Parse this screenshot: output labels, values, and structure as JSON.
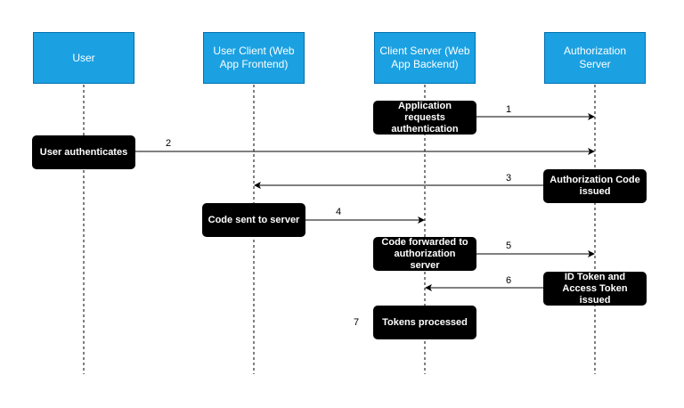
{
  "actors": [
    {
      "label": "User"
    },
    {
      "label": "User Client (Web App Frontend)"
    },
    {
      "label": "Client Server (Web App Backend)"
    },
    {
      "label": "Authorization Server"
    }
  ],
  "steps": [
    {
      "number": "1",
      "label": "Application requests authentication",
      "from": "Client Server (Web App Backend)",
      "to": "Authorization Server"
    },
    {
      "number": "2",
      "label": "User authenticates",
      "from": "User",
      "to": "Authorization Server"
    },
    {
      "number": "3",
      "label": "Authorization Code issued",
      "from": "Authorization Server",
      "to": "User Client (Web App Frontend)"
    },
    {
      "number": "4",
      "label": "Code sent to server",
      "from": "User Client (Web App Frontend)",
      "to": "Client Server (Web App Backend)"
    },
    {
      "number": "5",
      "label": "Code forwarded to authorization server",
      "from": "Client Server (Web App Backend)",
      "to": "Authorization Server"
    },
    {
      "number": "6",
      "label": "ID Token and Access Token issued",
      "from": "Authorization Server",
      "to": "Client Server (Web App Backend)"
    },
    {
      "number": "7",
      "label": "Tokens processed",
      "from": "Client Server (Web App Backend)",
      "to": ""
    }
  ],
  "colors": {
    "actor_fill": "#1ba1e2",
    "actor_border": "#006eaf",
    "step_fill": "#000000",
    "line": "#000000"
  }
}
